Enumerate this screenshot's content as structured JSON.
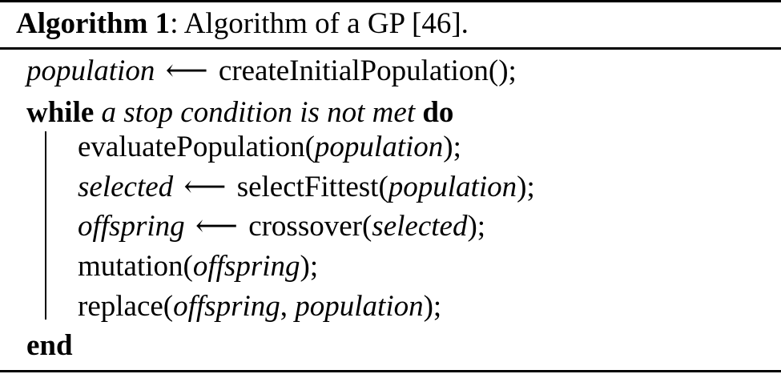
{
  "caption": {
    "label": "Algorithm 1",
    "sep": ": ",
    "text": "Algorithm of a GP [46]."
  },
  "algorithm": {
    "arrow": "⟵",
    "line1": {
      "var": "population",
      "call": "createInitialPopulation();"
    },
    "line2": {
      "kw_while": "while",
      "cond": "a stop condition is not met",
      "kw_do": "do"
    },
    "line3": {
      "fn_open": "evaluatePopulation(",
      "arg": "population",
      "close": ");"
    },
    "line4": {
      "var": "selected",
      "fn_open": "selectFittest(",
      "arg": "population",
      "close": ");"
    },
    "line5": {
      "var": "offspring",
      "fn_open": "crossover(",
      "arg": "selected",
      "close": ");"
    },
    "line6": {
      "fn_open": "mutation(",
      "arg": "offspring",
      "close": ");"
    },
    "line7": {
      "fn_open": "replace(",
      "arg1": "offspring",
      "comma": ", ",
      "arg2": "population",
      "close": ");"
    },
    "line8": {
      "kw_end": "end"
    }
  }
}
